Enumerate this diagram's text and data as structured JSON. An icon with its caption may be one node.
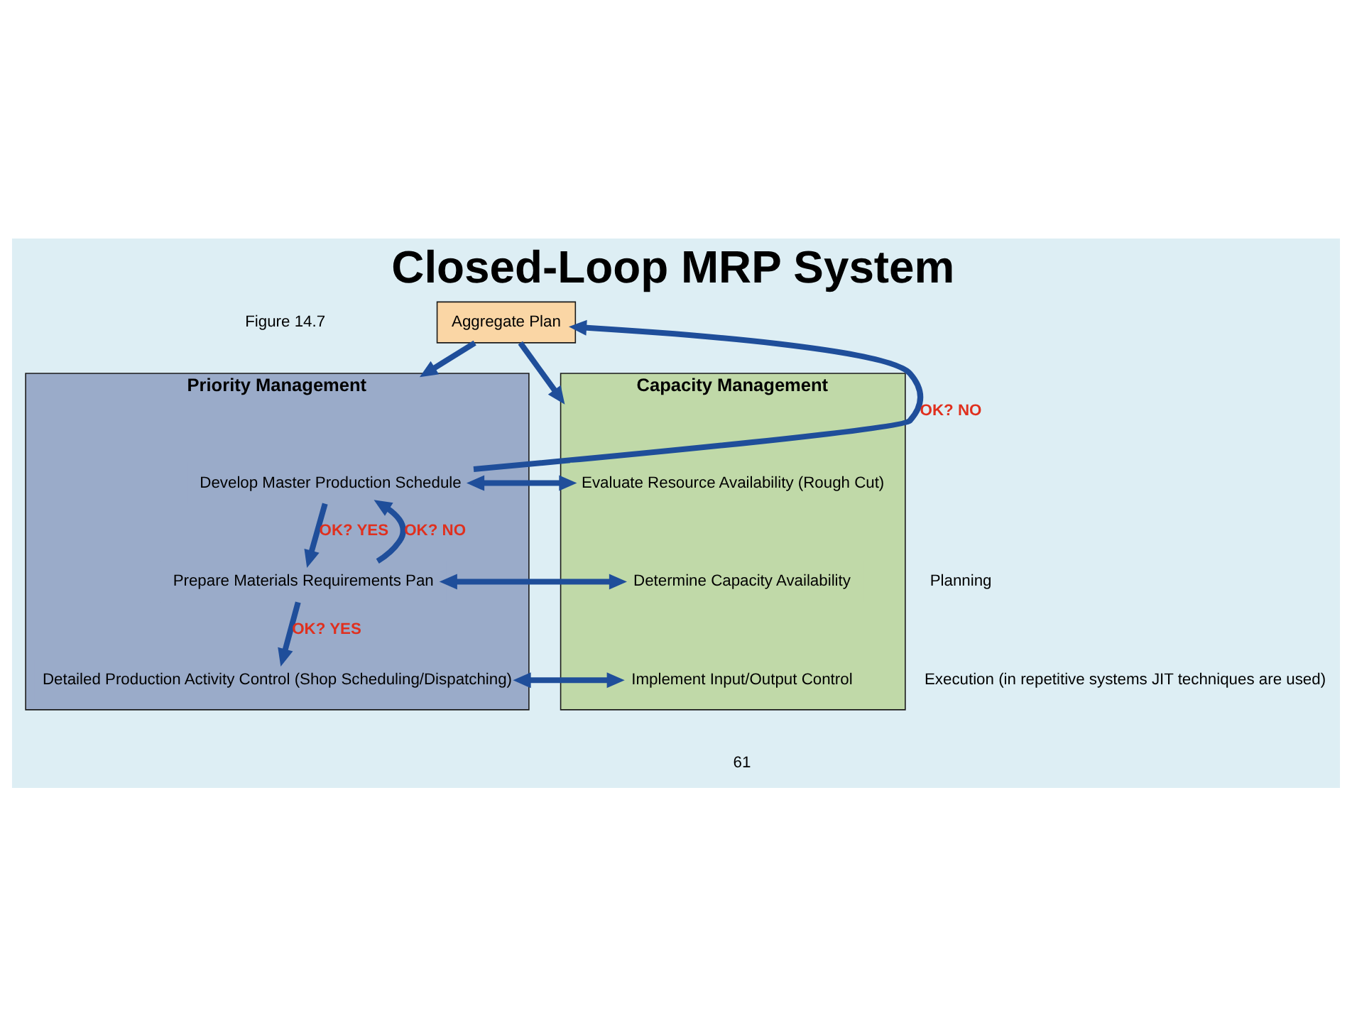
{
  "diagram": {
    "title": "Closed-Loop MRP System",
    "nodes": [
      {
        "text": [
          "Aggregate Plan"
        ]
      },
      {
        "text": [
          "Priority Management"
        ]
      },
      {
        "text": [
          "Develop Master Production Schedule"
        ],
        "in": 1
      },
      {
        "text": [
          "Prepare Materials Requirements Pan"
        ],
        "in": 1
      },
      {
        "text": [
          "Detailed Production Activity Control (Shop Scheduling/Dispatching)"
        ],
        "in": 1
      },
      {
        "text": [
          "Capacity Management"
        ]
      },
      {
        "text": [
          "Evaluate Resource Availability (Rough Cut)"
        ],
        "in": 5
      },
      {
        "text": [
          "Determine Capacity Availability"
        ],
        "in": 5
      },
      {
        "text": [
          "Implement Input/Output Control"
        ],
        "in": 5
      }
    ],
    "edges": [
      {
        "from": 0,
        "to": 1,
        "arrow": "to"
      },
      {
        "from": 0,
        "to": 5,
        "arrow": "to"
      },
      {
        "from": 2,
        "to": 3,
        "arrow": "to",
        "label": "OK? YES"
      },
      {
        "from": 3,
        "to": 4,
        "arrow": "to",
        "label": "OK? YES"
      },
      {
        "from": 2,
        "to": 6,
        "arrow": "both"
      },
      {
        "from": 3,
        "to": 7,
        "arrow": "both"
      },
      {
        "from": 4,
        "to": 8,
        "arrow": "both"
      },
      {
        "from": 2,
        "to": 0,
        "arrow": "to",
        "label": "OK? NO"
      },
      {
        "from": 3,
        "to": 2,
        "arrow": "to",
        "label": "OK? NO"
      }
    ],
    "labels": [
      "Figure 14.7",
      "Planning",
      "Execution (in repetitive systems JIT techniques are used)",
      "61"
    ]
  }
}
